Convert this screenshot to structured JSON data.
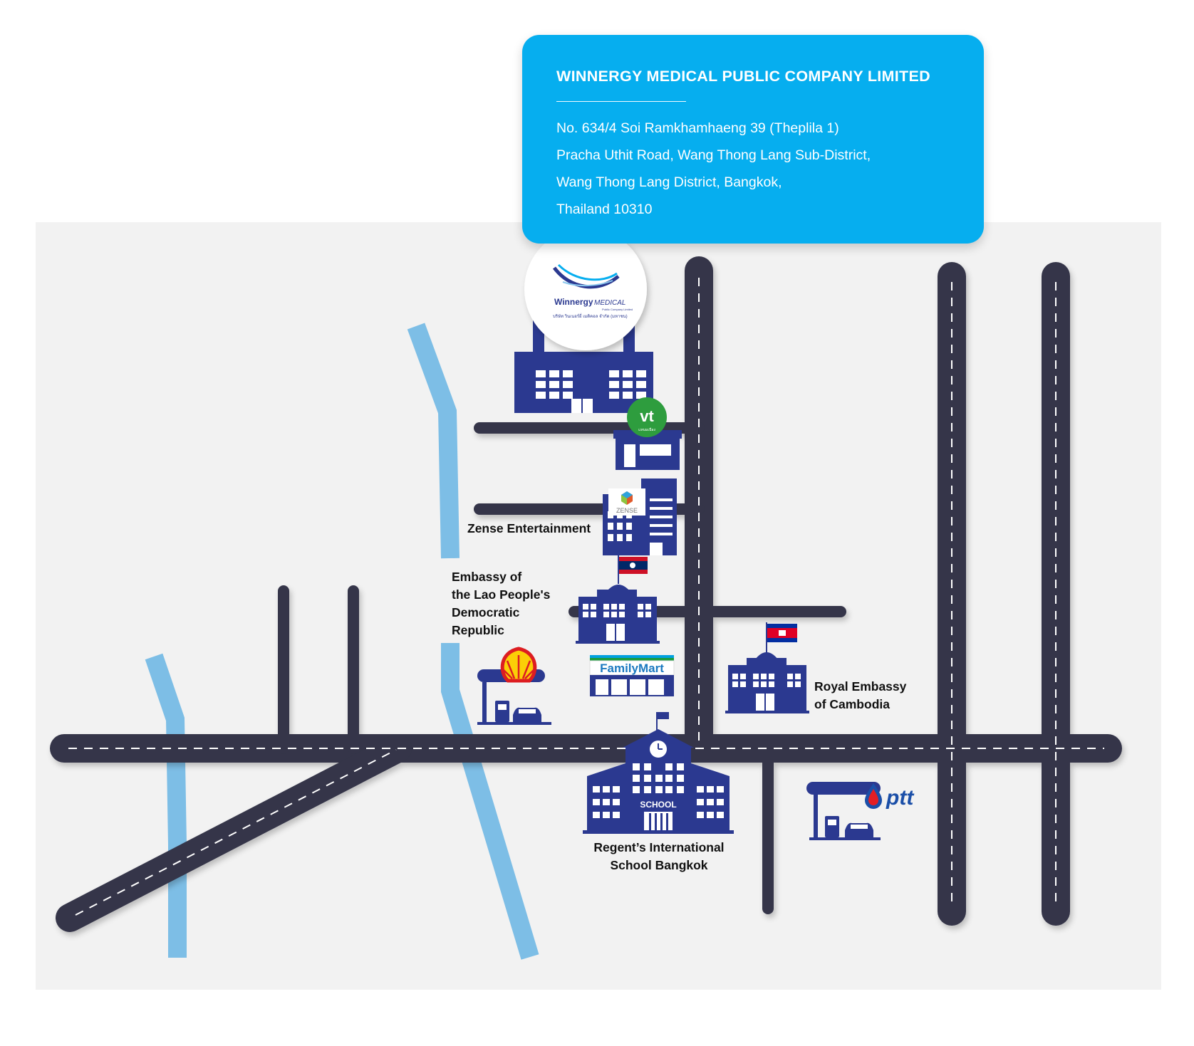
{
  "company_card": {
    "title": "WINNERGY MEDICAL PUBLIC COMPANY LIMITED",
    "address_lines": [
      "No. 634/4 Soi Ramkhamhaeng 39 (Theplila 1)",
      "Pracha Uthit Road, Wang Thong Lang Sub-District,",
      "Wang Thong Lang District, Bangkok,",
      "Thailand 10310"
    ]
  },
  "logo": {
    "brand_main": "Winnergy",
    "brand_accent": "MEDICAL",
    "brand_sub": "Public Company Limited",
    "thai_line": "บริษัท วินเนอร์ยี่ เมดิคอล จำกัด (มหาชน)"
  },
  "landmarks": {
    "zense_label": "Zense Entertainment",
    "zense_sign": "ZENSE",
    "lao_embassy_lines": [
      "Embassy of",
      "the Lao People's",
      "Democratic",
      "Republic"
    ],
    "cambodia_lines": [
      "Royal Embassy",
      "of Cambodia"
    ],
    "school_lines": [
      "Regent’s International",
      "School Bangkok"
    ],
    "school_sign": "SCHOOL",
    "familymart_sign": "FamilyMart",
    "vt_sign": "vt",
    "vt_sub": "แหนมเนือง",
    "ptt_sign": "ptt"
  },
  "colors": {
    "card": "#06aeef",
    "road": "#343548",
    "building": "#2b3990",
    "river": "#7dbee6",
    "map_bg": "#f2f2f2"
  }
}
